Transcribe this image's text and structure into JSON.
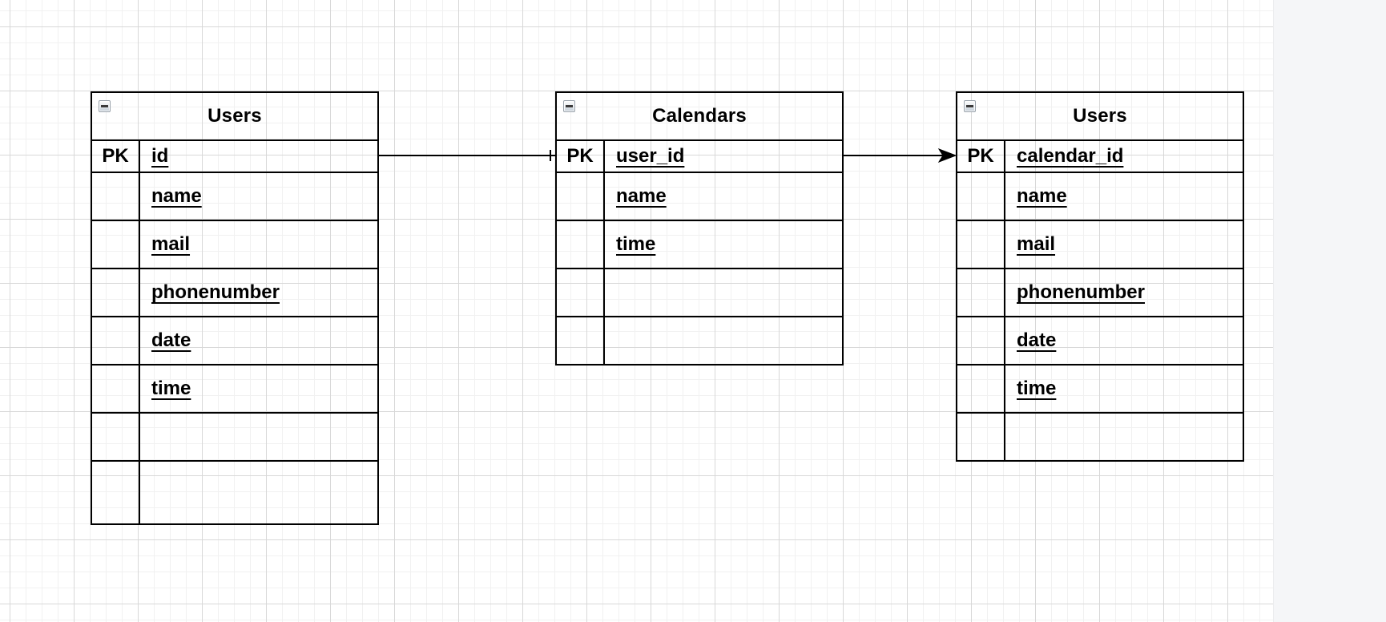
{
  "colors": {
    "canvas_bg": "#ffffff",
    "grid_minor": "#f1f1f1",
    "grid_major": "#d8d8d8",
    "offpage_bg": "#f5f6f8",
    "shape_stroke": "#000000",
    "text": "#000000"
  },
  "diagram": {
    "collapse_glyph": "-",
    "tables": [
      {
        "name": "Users",
        "pk_label": "PK",
        "pk_attr": "id",
        "attrs": [
          "name",
          "mail",
          "phonenumber",
          "date",
          "time"
        ],
        "empty_rows": 2
      },
      {
        "name": "Calendars",
        "pk_label": "PK",
        "pk_attr": "user_id",
        "attrs": [
          "name",
          "time"
        ],
        "empty_rows": 2
      },
      {
        "name": "Users",
        "pk_label": "PK",
        "pk_attr": "calendar_id",
        "attrs": [
          "name",
          "mail",
          "phonenumber",
          "date",
          "time"
        ],
        "empty_rows": 1
      }
    ],
    "relations": [
      {
        "from_table": "Users",
        "from_attr": "id",
        "to_table": "Calendars",
        "to_attr": "user_id",
        "target_marker": "one-tick"
      },
      {
        "from_table": "Calendars",
        "from_attr": "user_id",
        "to_table": "Users",
        "to_attr": "calendar_id",
        "target_marker": "arrow"
      }
    ]
  }
}
